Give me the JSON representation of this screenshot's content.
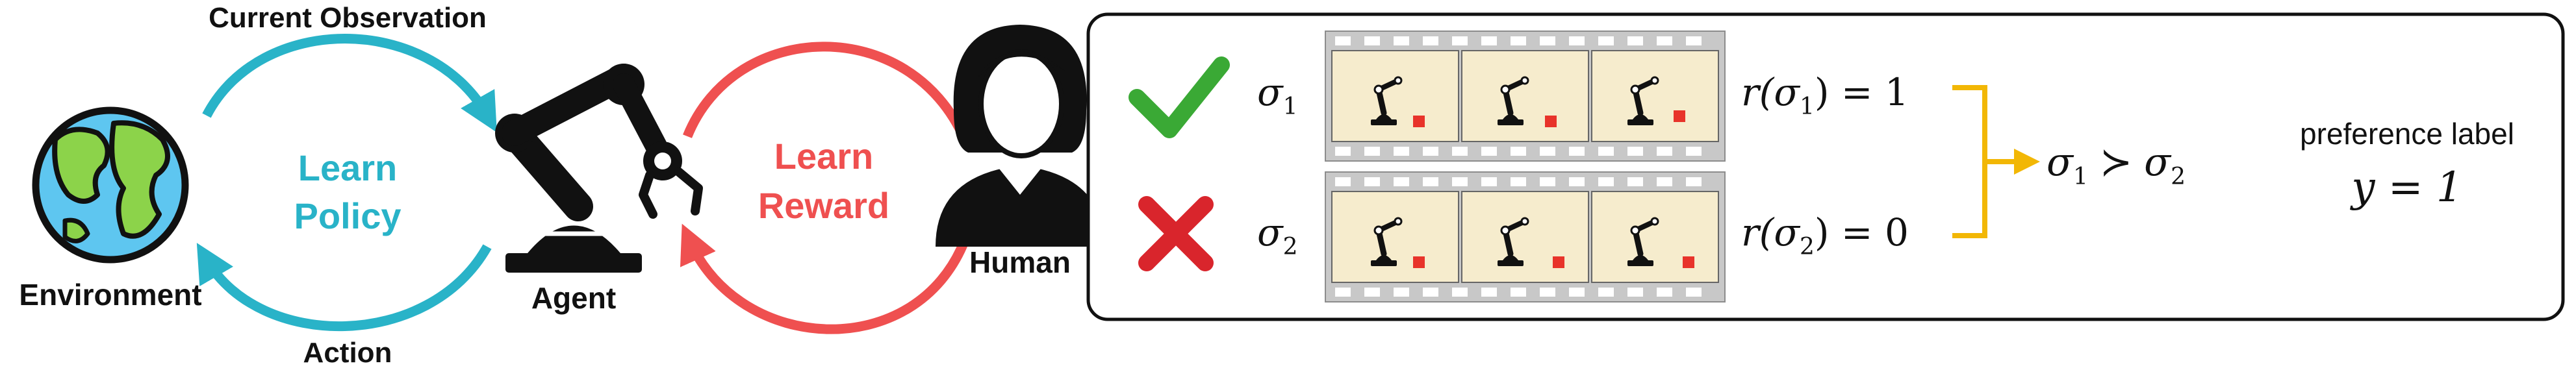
{
  "loop": {
    "observation_label": "Current Observation",
    "action_label": "Action",
    "environment_label": "Environment",
    "agent_label": "Agent",
    "learn_policy_line1": "Learn",
    "learn_policy_line2": "Policy",
    "learn_reward_line1": "Learn",
    "learn_reward_line2": "Reward",
    "human_label": "Human"
  },
  "panel": {
    "segment_1": {
      "name": "σ",
      "sub": "1",
      "reward_prefix": "r(σ",
      "reward_sub": "1",
      "reward_suffix": ") = 1",
      "verdict": "check"
    },
    "segment_2": {
      "name": "σ",
      "sub": "2",
      "reward_prefix": "r(σ",
      "reward_sub": "2",
      "reward_suffix": ") = 0",
      "verdict": "cross"
    },
    "comparison": {
      "left": "σ",
      "left_sub": "1",
      "op": "≻",
      "right": "σ",
      "right_sub": "2"
    },
    "preference_title": "preference label",
    "preference_value": "y = 1"
  },
  "colors": {
    "teal": "#29b3c8",
    "red": "#ef5050",
    "yellow": "#f2b705",
    "check_green": "#3aa935",
    "cross_red": "#d9252c",
    "frame_bg": "#f6eccd",
    "film_gray": "#c8c8c8",
    "cube_red": "#e8332a"
  }
}
